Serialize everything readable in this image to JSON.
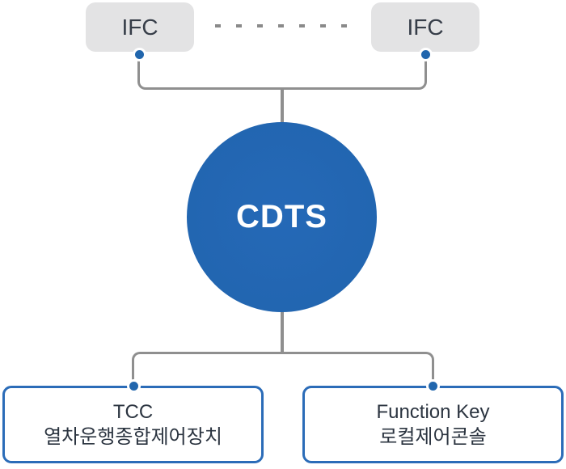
{
  "diagram": {
    "top_nodes": [
      {
        "label": "IFC"
      },
      {
        "label": "IFC"
      }
    ],
    "center_node": {
      "label": "CDTS"
    },
    "bottom_nodes": [
      {
        "title": "TCC",
        "subtitle": "열차운행종합제어장치"
      },
      {
        "title": "Function Key",
        "subtitle": "로컬제어콘솔"
      }
    ],
    "icons": {
      "connection_dot": "filled-circle",
      "dashed_link": "square-dash-line"
    },
    "colors": {
      "background": "#ffffff",
      "center_circle_blue": "#2267b4",
      "connector_gray": "#8f8f8f",
      "dash_gray": "#8a8a8a",
      "connection_dot_blue": "#2166ad",
      "top_node_bg": "#e3e3e4",
      "bottom_node_border_blue": "#2b6cb8",
      "text_dark": "#2b3440",
      "center_text": "#ffffff"
    }
  }
}
